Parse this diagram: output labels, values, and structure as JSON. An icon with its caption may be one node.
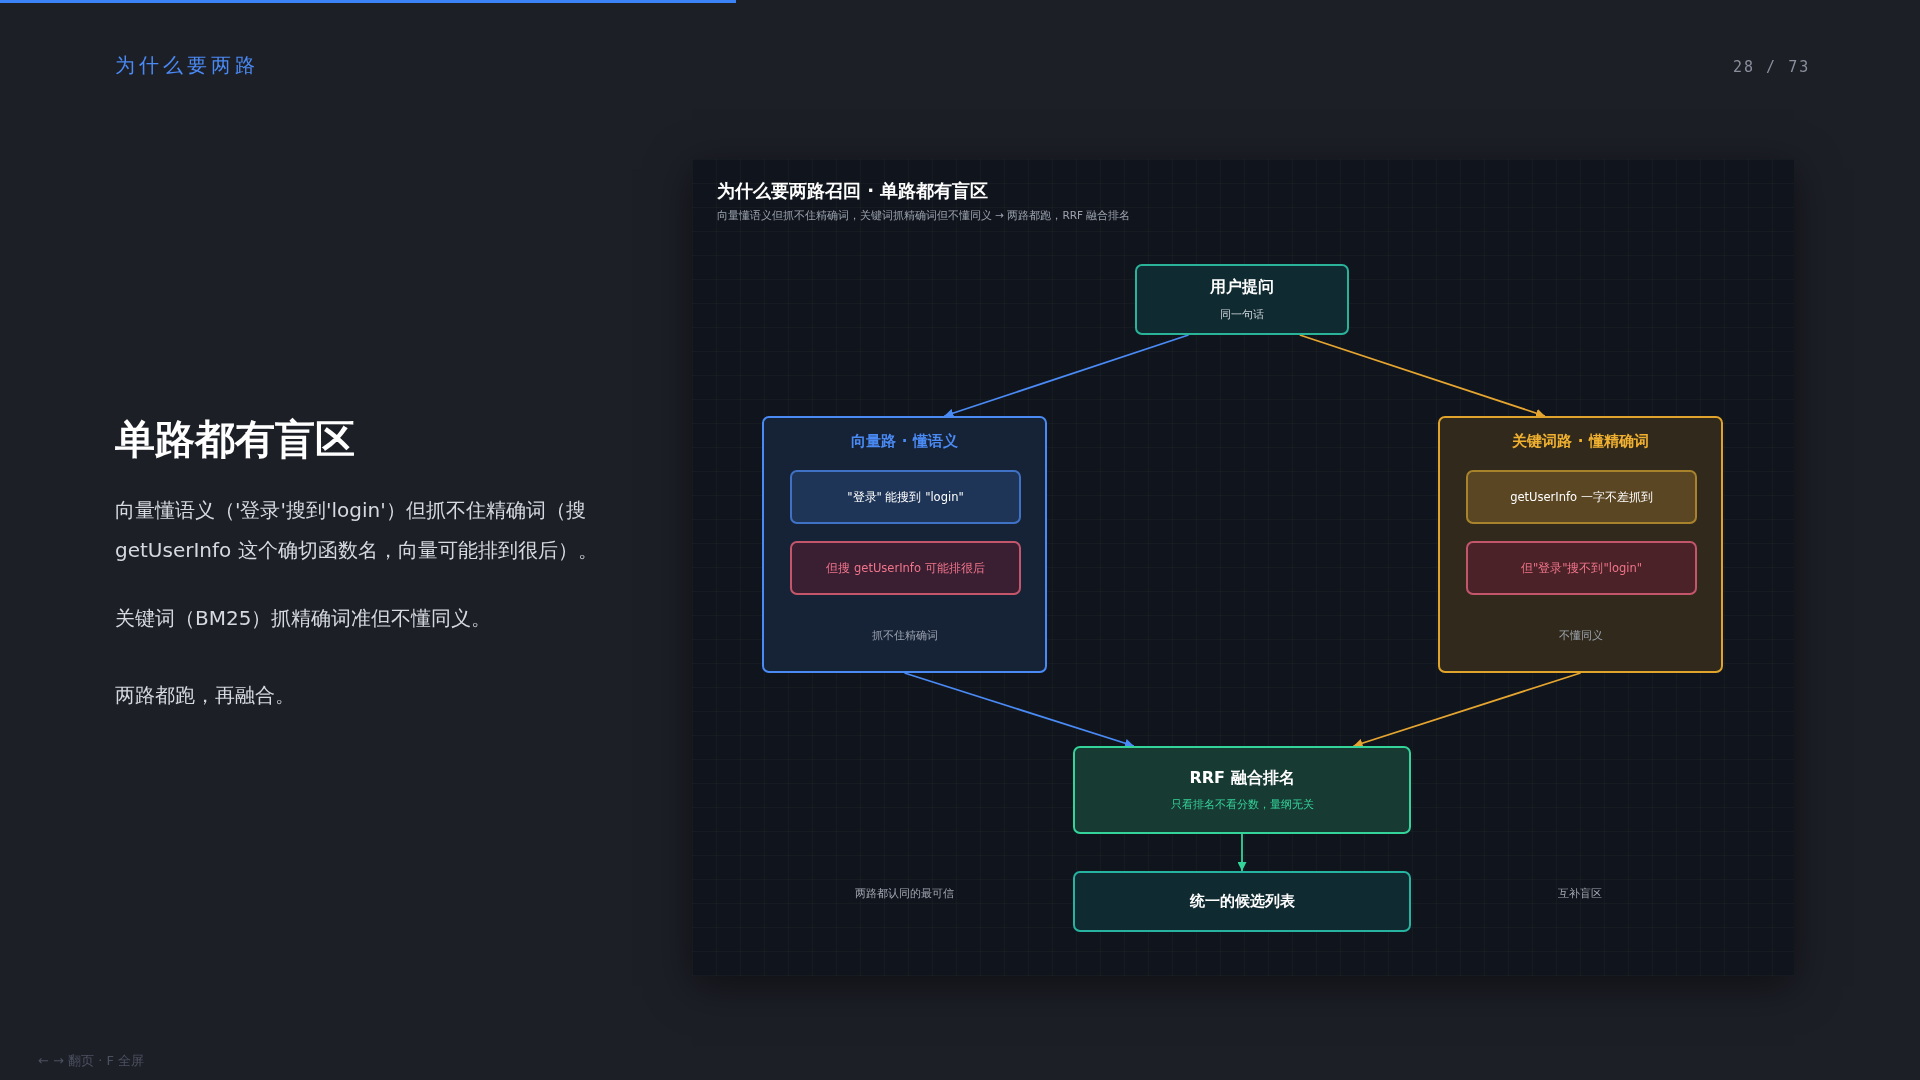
{
  "diagram": {
    "title": "为什么要两路召回 · 单路都有盲区",
    "caption": "向量懂语义但抓不住精确词，关键词抓精确词但不懂同义 → 两路都跑，RRF 融合排名",
    "nodes": [
      {
        "text": [
          "用户提问",
          "同一句话"
        ]
      },
      {
        "text": [
          "向量路 · 懂语义",
          "抓不住精确词"
        ]
      },
      {
        "text": [
          "\"登录\" 能搜到 \"login\""
        ],
        "in": 1
      },
      {
        "text": [
          "但搜 getUserInfo 可能排很后"
        ],
        "in": 1
      },
      {
        "text": [
          "关键词路 · 懂精确词",
          "不懂同义"
        ]
      },
      {
        "text": [
          "getUserInfo 一字不差抓到"
        ],
        "in": 4
      },
      {
        "text": [
          "但\"登录\"搜不到\"login\""
        ],
        "in": 4
      },
      {
        "text": [
          "RRF 融合排名",
          "只看排名不看分数，量纲无关"
        ]
      },
      {
        "text": [
          "统一的候选列表"
        ]
      }
    ],
    "edges": [
      {
        "from": 0,
        "to": 1,
        "arrow": "to",
        "color": "#4a8af4"
      },
      {
        "from": 0,
        "to": 4,
        "arrow": "to",
        "color": "#e5a530"
      },
      {
        "from": 1,
        "to": 7,
        "arrow": "to",
        "color": "#4a8af4"
      },
      {
        "from": 4,
        "to": 7,
        "arrow": "to",
        "color": "#e5a530"
      },
      {
        "from": 7,
        "to": 8,
        "arrow": "to",
        "color": "#34d399"
      }
    ],
    "labels": [
      "为什么要两路",
      "28 / 73",
      "单路都有盲区",
      "向量懂语义（'登录'搜到'login'）但抓不住精确词（搜 getUserInfo 这个确切函数名，向量可能排到很后）。",
      "关键词（BM25）抓精确词准但不懂同义。",
      "两路都跑，再融合。",
      "两路都认同的最可信",
      "互补盲区",
      "← → 翻页 · F 全屏"
    ]
  }
}
